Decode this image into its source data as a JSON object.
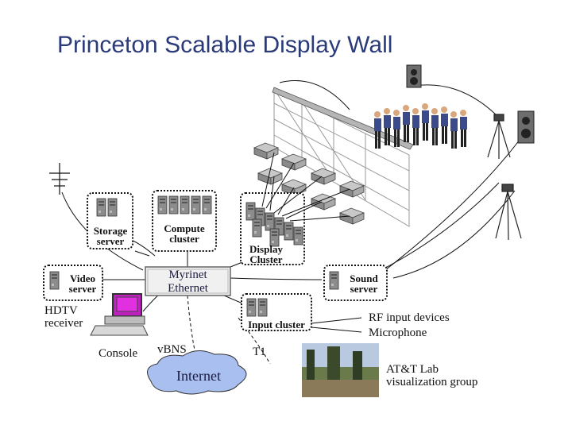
{
  "title": "Princeton Scalable Display Wall",
  "nodes": {
    "storage": "Storage\nserver",
    "compute": "Compute\ncluster",
    "display": "Display\nCluster",
    "video": "Video\nserver",
    "network": "Myrinet\nEthernet",
    "sound": "Sound\nserver",
    "input": "Input cluster",
    "internet": "Internet"
  },
  "labels": {
    "hdtv": "HDTV\nreceiver",
    "console": "Console",
    "vbns": "vBNS",
    "t1": "T1",
    "rf": "RF input devices",
    "mic": "Microphone",
    "att": "AT&T Lab\nvisualization group"
  },
  "colors": {
    "title": "#2b3a78",
    "server": "#8c8c8c",
    "cloud": "#a9bff0",
    "console": "#c020c0",
    "wall": "#9a9a9a"
  },
  "icons": [
    "antenna-icon",
    "server-icon",
    "speaker-icon",
    "camera-tripod-icon",
    "projector-icon",
    "console-computer-icon",
    "people-group-icon",
    "photo-icon"
  ]
}
